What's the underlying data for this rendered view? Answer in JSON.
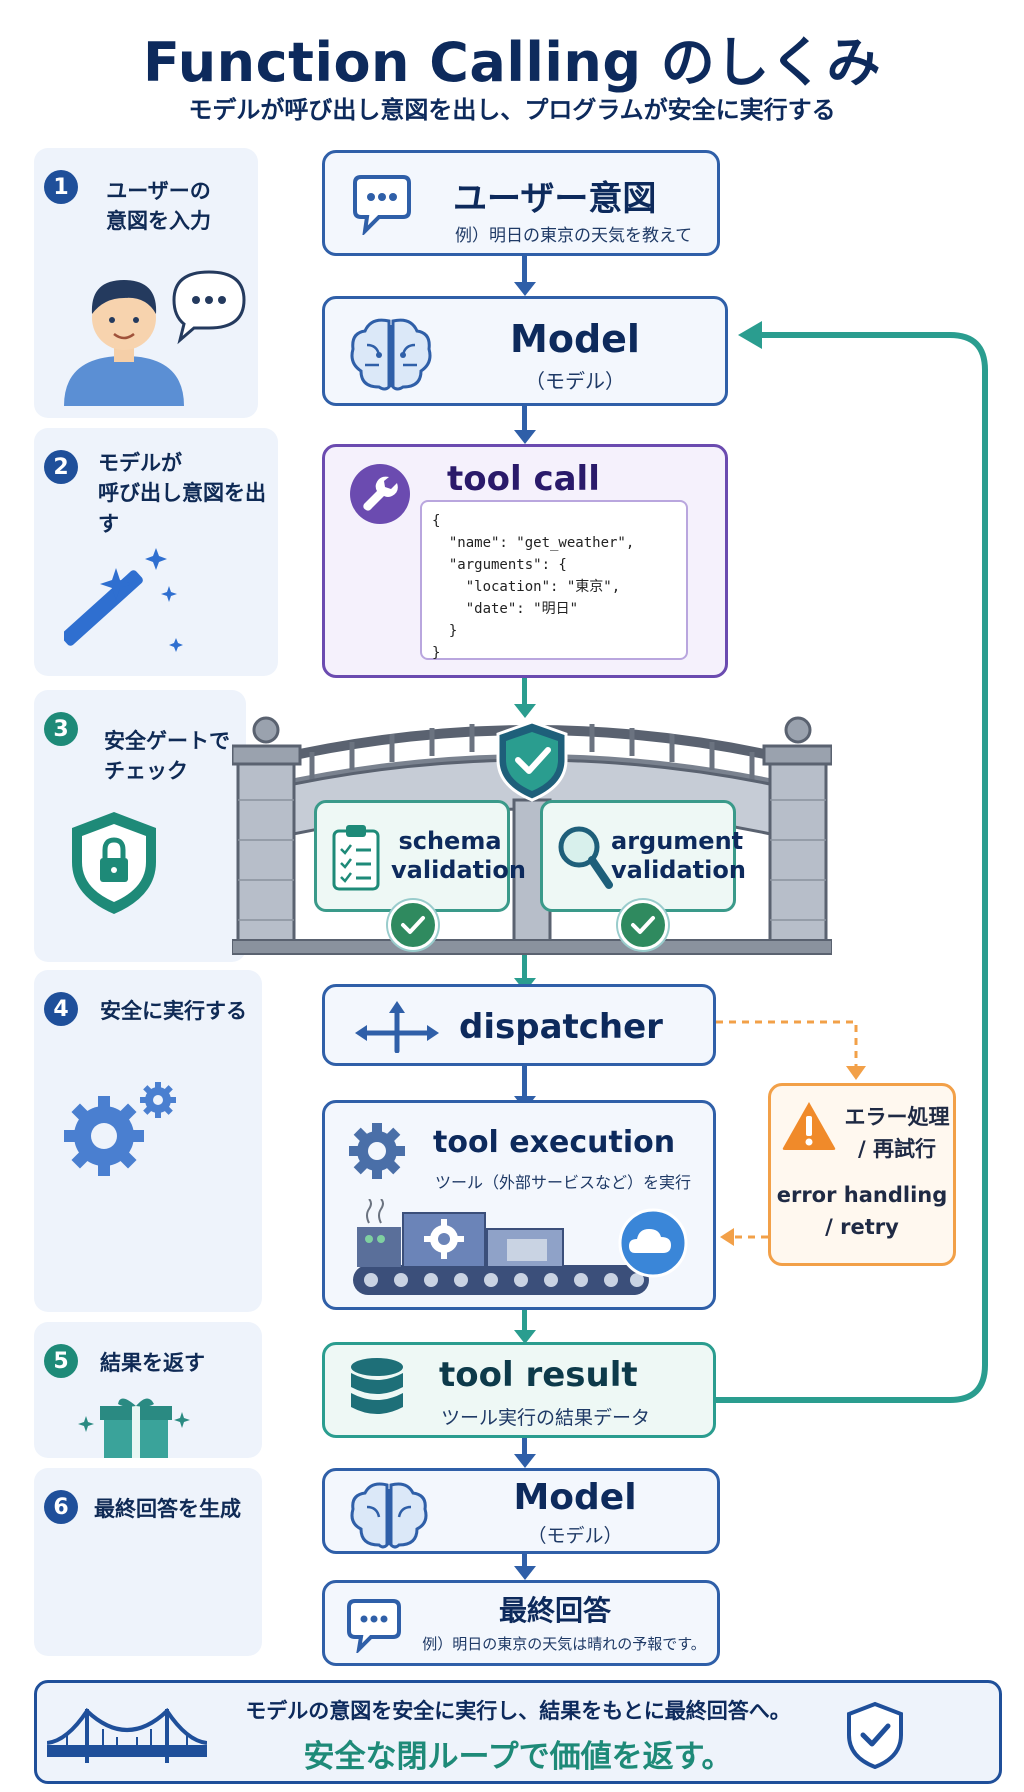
{
  "title": "Function Calling のしくみ",
  "subtitle": "モデルが呼び出し意図を出し、プログラムが安全に実行する",
  "steps": [
    {
      "num": "1",
      "line1": "ユーザーの",
      "line2": "意図を入力"
    },
    {
      "num": "2",
      "line1": "モデルが",
      "line2": "呼び出し意図を出す"
    },
    {
      "num": "3",
      "line1": "安全ゲートで",
      "line2": "チェック"
    },
    {
      "num": "4",
      "line1": "安全に実行する",
      "line2": ""
    },
    {
      "num": "5",
      "line1": "結果を返す",
      "line2": ""
    },
    {
      "num": "6",
      "line1": "最終回答を生成",
      "line2": ""
    }
  ],
  "flow": {
    "user_intent": {
      "title": "ユーザー意図",
      "example": "例）明日の東京の天気を教えて"
    },
    "model1": {
      "title": "Model",
      "sub": "（モデル）"
    },
    "tool_call": {
      "title": "tool call",
      "code": [
        "{",
        "  \"name\": \"get_weather\",",
        "  \"arguments\": {",
        "    \"location\": \"東京\",",
        "    \"date\": \"明日\"",
        "  }",
        "}"
      ]
    },
    "schema_validation": {
      "line1": "schema",
      "line2": "validation"
    },
    "argument_validation": {
      "line1": "argument",
      "line2": "validation"
    },
    "dispatcher": {
      "title": "dispatcher"
    },
    "tool_execution": {
      "title": "tool execution",
      "sub": "ツール（外部サービスなど）を実行"
    },
    "tool_result": {
      "title": "tool result",
      "sub": "ツール実行の結果データ"
    },
    "model2": {
      "title": "Model",
      "sub": "（モデル）"
    },
    "final_answer": {
      "title": "最終回答",
      "example": "例）明日の東京の天気は晴れの予報です。"
    }
  },
  "error": {
    "line1": "エラー処理",
    "line2": "/ 再試行",
    "line3": "error handling",
    "line4": "/ retry"
  },
  "footer": {
    "line1": "モデルの意図を安全に実行し、結果をもとに最終回答へ。",
    "line2": "安全な閉ループで価値を返す。"
  },
  "colors": {
    "navy": "#0d2a5c",
    "blue": "#2f5fa8",
    "purple": "#6b4bb0",
    "teal": "#2a9d8f",
    "orange": "#f2a048",
    "green": "#2f8a5f"
  },
  "icons": [
    "chat-bubble-icon",
    "brain-icon",
    "wrench-icon",
    "shield-check-icon",
    "clipboard-checklist-icon",
    "magnifier-icon",
    "branch-arrows-icon",
    "gear-icon",
    "cloud-icon",
    "database-icon",
    "warning-icon",
    "gift-icon",
    "magic-wand-icon",
    "lock-shield-icon",
    "bridge-icon"
  ]
}
